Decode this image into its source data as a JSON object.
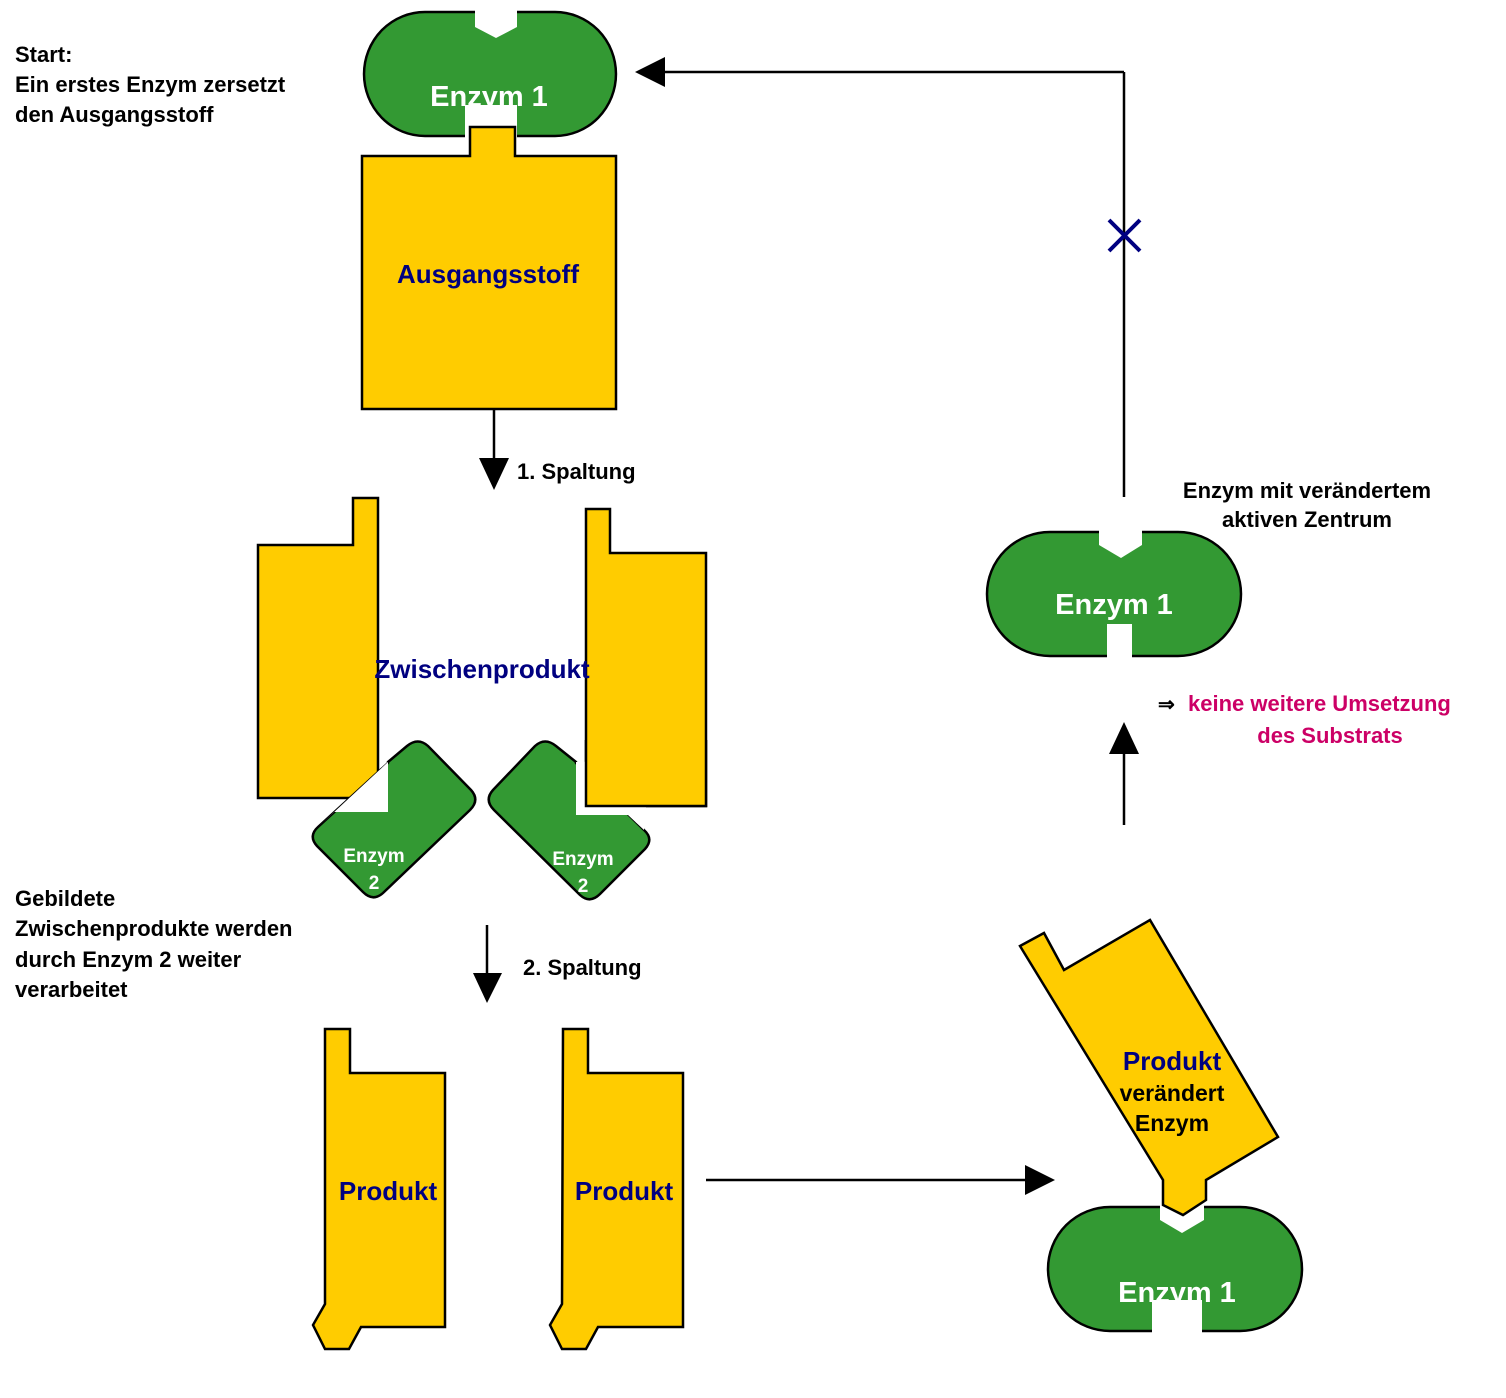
{
  "colors": {
    "enzyme": "#339933",
    "substrate": "#ffcc00",
    "label_navy": "#000080",
    "highlight_magenta": "#cc0066",
    "inhibit_mark": "#000080"
  },
  "annotations": {
    "start_title": "Start:",
    "start_line1": "Ein erstes Enzym zersetzt",
    "start_line2": "den Ausgangsstoff",
    "mid_line1": "Gebildete",
    "mid_line2": "Zwischenprodukte werden",
    "mid_line3": "durch Enzym 2 weiter",
    "mid_line4": "verarbeitet",
    "changed_line1": "Enzym mit verändertem",
    "changed_line2": "aktiven Zentrum",
    "result_arrow": "⇒",
    "result_line1": "keine weitere Umsetzung",
    "result_line2": "des Substrats"
  },
  "steps": {
    "step1": "1. Spaltung",
    "step2": "2. Spaltung"
  },
  "molecules": {
    "enzyme1_label": "Enzym 1",
    "enzyme2_label_line1": "Enzym",
    "enzyme2_label_line2": "2",
    "substrate_label": "Ausgangsstoff",
    "intermediate_label": "Zwischenprodukt",
    "product_label": "Produkt",
    "product_changes_line1": "Produkt",
    "product_changes_line2": "verändert",
    "product_changes_line3": "Enzym"
  },
  "feedback": {
    "inhibition_symbol": "×"
  }
}
